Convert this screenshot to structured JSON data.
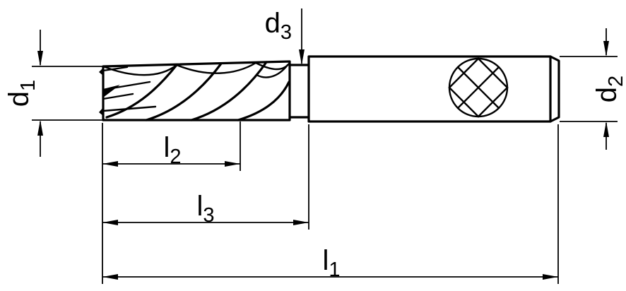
{
  "drawing": {
    "kind": "end-mill technical dimension drawing",
    "colors": {
      "line": "#000000",
      "background": "#ffffff"
    },
    "symbols": [
      "shank-cross-circle-symbol"
    ]
  },
  "labels": {
    "d1": {
      "base": "d",
      "sub": "1"
    },
    "d2": {
      "base": "d",
      "sub": "2"
    },
    "d3": {
      "base": "d",
      "sub": "3"
    },
    "l1": {
      "base": "l",
      "sub": "1"
    },
    "l2": {
      "base": "l",
      "sub": "2"
    },
    "l3": {
      "base": "l",
      "sub": "3"
    }
  }
}
